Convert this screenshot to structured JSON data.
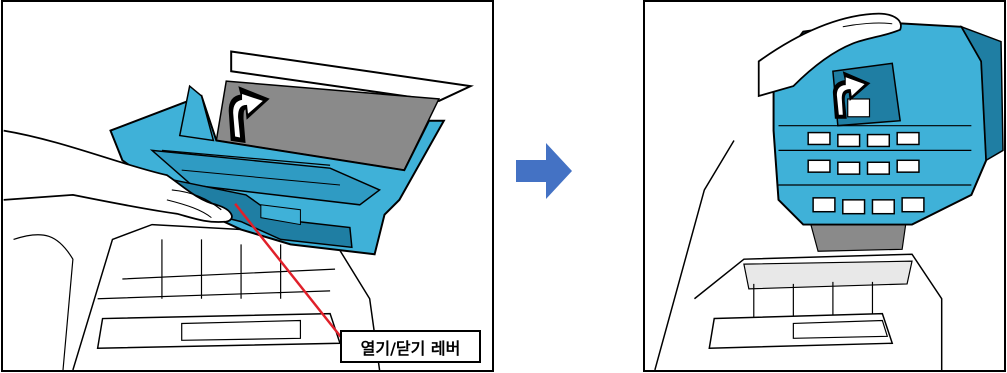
{
  "figure": {
    "left_panel": {
      "callout_label": "열기/닫기 레버",
      "icons": [
        "scanner-open-illustration",
        "hand-icon",
        "up-arrow-icon",
        "pointer-line"
      ]
    },
    "transition_arrow": {
      "icon": "right-arrow-icon",
      "color": "#4472c4"
    },
    "right_panel": {
      "icons": [
        "scanner-opened-illustration",
        "hand-icon",
        "up-arrow-icon"
      ]
    },
    "colors": {
      "scanner_body": "#3fb1d8",
      "scanner_dark": "#1f7ea3",
      "paper_path": "#8a8a8a",
      "callout_line": "#e0202a",
      "outline": "#000000"
    }
  }
}
